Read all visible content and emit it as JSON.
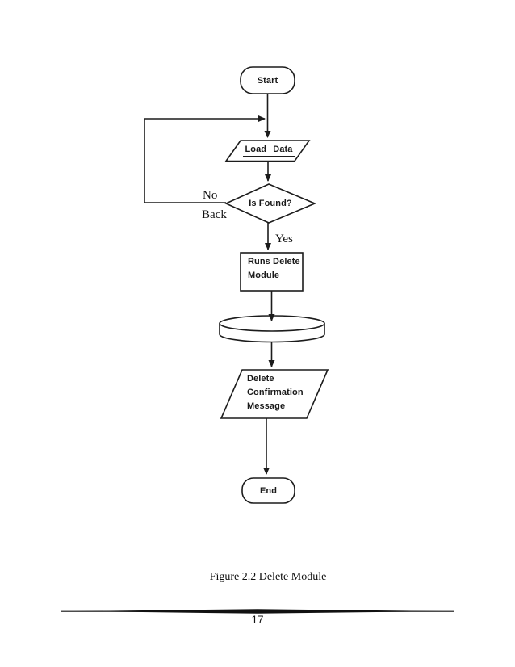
{
  "flowchart": {
    "nodes": {
      "start": {
        "label": "Start"
      },
      "load": {
        "label": "Load Data"
      },
      "decision": {
        "label": "Is Found?"
      },
      "process": {
        "line1": "Runs Delete",
        "line2": "Module"
      },
      "output": {
        "line1": "Delete",
        "line2": "Confirmation",
        "line3": "Message"
      },
      "end": {
        "label": "End"
      }
    },
    "edges": {
      "no": "No",
      "back": "Back",
      "yes": "Yes"
    }
  },
  "footer": {
    "caption": "Figure 2.2 Delete Module",
    "page_number": "17"
  },
  "colors": {
    "stroke": "#1c1c1c",
    "text": "#1a1a1a",
    "background": "#ffffff"
  }
}
